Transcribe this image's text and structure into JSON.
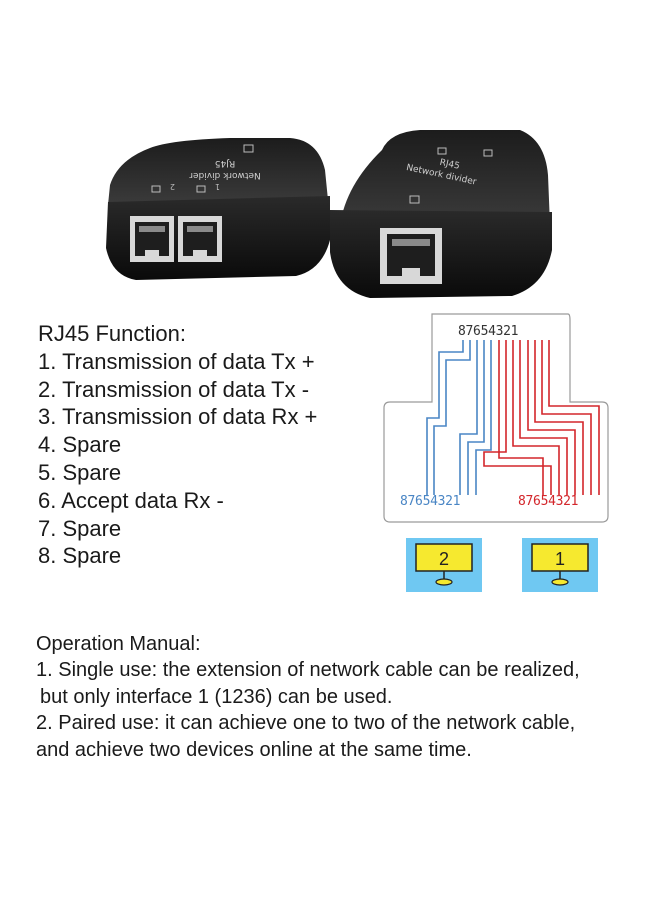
{
  "product": {
    "left_label_line1": "Network divider",
    "left_label_line2": "RJ45",
    "right_label_line1": "RJ45",
    "right_label_line2": "Network divider",
    "port_num_1": "1",
    "port_num_2": "2"
  },
  "function": {
    "title": "RJ45 Function:",
    "items": [
      "1. Transmission of data Tx +",
      "2. Transmission of data Tx -",
      "3. Transmission of data Rx +",
      "4. Spare",
      "5. Spare",
      "6. Accept data Rx -",
      "7. Spare",
      "8. Spare"
    ]
  },
  "diagram": {
    "top_pins": "87654321",
    "left_pins": "87654321",
    "right_pins": "87654321",
    "device_left": "2",
    "device_right": "1",
    "colors": {
      "blue": "#4a86c5",
      "red": "#d3262b",
      "screen_bg": "#6fc8f2",
      "screen": "#f6e92f",
      "outline": "#9a9a9a"
    }
  },
  "manual": {
    "title": "Operation Manual:",
    "lines": [
      "1. Single use: the extension of network cable can be realized,",
      "but only interface 1 (1236) can be used.",
      "2. Paired use: it can achieve one to two of the network cable,",
      "and achieve two devices online at the same time."
    ]
  }
}
